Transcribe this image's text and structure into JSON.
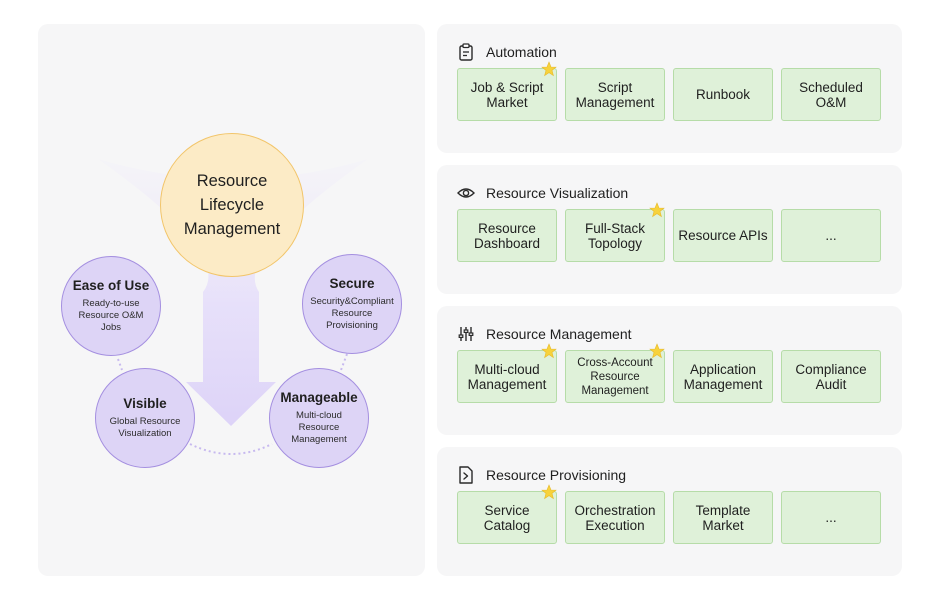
{
  "left": {
    "core": {
      "line1": "Resource",
      "line2": "Lifecycle",
      "line3": "Management"
    },
    "pillars": [
      {
        "title": "Ease of Use",
        "desc": "Ready-to-use Resource O&M Jobs"
      },
      {
        "title": "Secure",
        "desc": "Security&Compliant Resource Provisioning"
      },
      {
        "title": "Visible",
        "desc": "Global Resource Visualization"
      },
      {
        "title": "Manageable",
        "desc": "Multi-cloud Resource Management"
      }
    ]
  },
  "sections": [
    {
      "title": "Automation",
      "icon": "clipboard-icon",
      "cards": [
        {
          "label": "Job & Script Market",
          "starred": true
        },
        {
          "label": "Script Management",
          "starred": false
        },
        {
          "label": "Runbook",
          "starred": false
        },
        {
          "label": "Scheduled O&M",
          "starred": false
        }
      ]
    },
    {
      "title": "Resource Visualization",
      "icon": "eye-icon",
      "cards": [
        {
          "label": "Resource Dashboard",
          "starred": false
        },
        {
          "label": "Full-Stack Topology",
          "starred": true
        },
        {
          "label": "Resource APIs",
          "starred": false
        },
        {
          "label": "...",
          "starred": false
        }
      ]
    },
    {
      "title": "Resource Management",
      "icon": "sliders-icon",
      "cards": [
        {
          "label": "Multi-cloud Management",
          "starred": true
        },
        {
          "label": "Cross-Account Resource Management",
          "starred": true
        },
        {
          "label": "Application Management",
          "starred": false
        },
        {
          "label": "Compliance Audit",
          "starred": false
        }
      ]
    },
    {
      "title": "Resource Provisioning",
      "icon": "file-export-icon",
      "cards": [
        {
          "label": "Service Catalog",
          "starred": true
        },
        {
          "label": "Orchestration Execution",
          "starred": false
        },
        {
          "label": "Template Market",
          "starred": false
        },
        {
          "label": "...",
          "starred": false
        }
      ]
    }
  ],
  "colors": {
    "panel_bg": "#f6f6f7",
    "card_fill": "#dff1d9",
    "card_border": "#b6dca8",
    "pillar_fill": "#ddd4f6",
    "pillar_border": "#a48fe0",
    "core_fill": "#fcebc6",
    "core_border": "#f2c56a",
    "star": "#f7d23c"
  }
}
